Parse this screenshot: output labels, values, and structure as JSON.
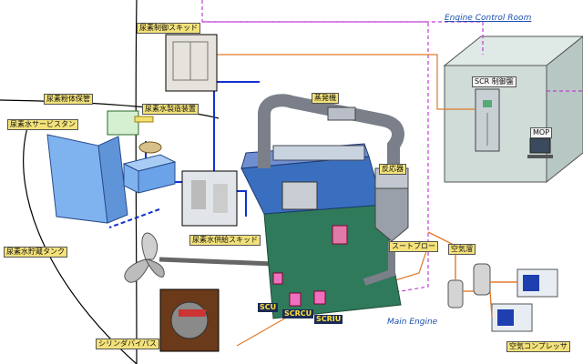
{
  "titles": {
    "control_room": "Engine Control Room",
    "main_engine": "Main Engine"
  },
  "labels": {
    "urea_control_skid": "尿素制御スキッド",
    "evaporator": "蒸発機",
    "urea_powder_storage": "尿素粉体保管",
    "urea_water_maker": "尿素水製造装置",
    "urea_service_tank": "尿素水サービスタン",
    "urea_supply_skid": "尿素水供給スキッド",
    "urea_storage_tank": "尿素水貯蔵タンク",
    "reactor": "反応器",
    "soot_blower": "スートブロー",
    "air_tank": "空気溜",
    "air_compressor": "空気コンプレッサ",
    "cylinder_bypass": "シリンダバイパス",
    "scr_panel": "SCR 制御盤",
    "mop": "MOP",
    "scu": "SCU",
    "scrcu": "SCRCU",
    "scriu": "SCRIU"
  },
  "colors": {
    "label_bg": "#f3e27a",
    "pipe_blue": "#1430d0",
    "signal_magenta": "#c23fd6",
    "signal_orange": "#e07a2a",
    "exhaust_gray": "#8a8f99",
    "engine_green": "#2f7a5a"
  }
}
